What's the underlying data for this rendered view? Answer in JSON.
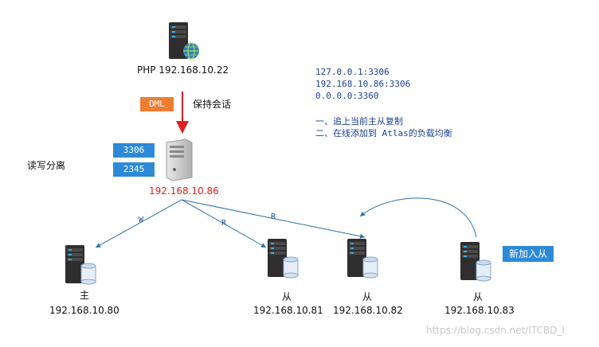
{
  "php_node": {
    "label": "PHP 192.168.10.22"
  },
  "dml_tag": {
    "label": "DML"
  },
  "session_label": "保持会话",
  "proxy": {
    "ports": [
      "3306",
      "2345"
    ],
    "ip": "192.168.10.86"
  },
  "rw_split_label": "读写分离",
  "listen_addresses": [
    "127.0.0.1:3306",
    "192.168.10.86:3306",
    "0.0.0.0:3360"
  ],
  "notes": [
    "一、追上当前主从复制",
    "二、在线添加到 Atlas的负载均衡"
  ],
  "edges": {
    "w_label": "W",
    "r_label_1": "R",
    "r_label_2": "R"
  },
  "servers": [
    {
      "role": "主",
      "ip": "192.168.10.80"
    },
    {
      "role": "从",
      "ip": "192.168.10.81"
    },
    {
      "role": "从",
      "ip": "192.168.10.82"
    },
    {
      "role": "从",
      "ip": "192.168.10.83"
    }
  ],
  "new_node_label": "新加入从",
  "watermark": "https://blog.csdn.net/ITCBD_l",
  "colors": {
    "orange": "#ee7d31",
    "blue": "#2d8ad6",
    "red_arrow": "#e02020",
    "edge_blue": "#2a6fa8"
  }
}
